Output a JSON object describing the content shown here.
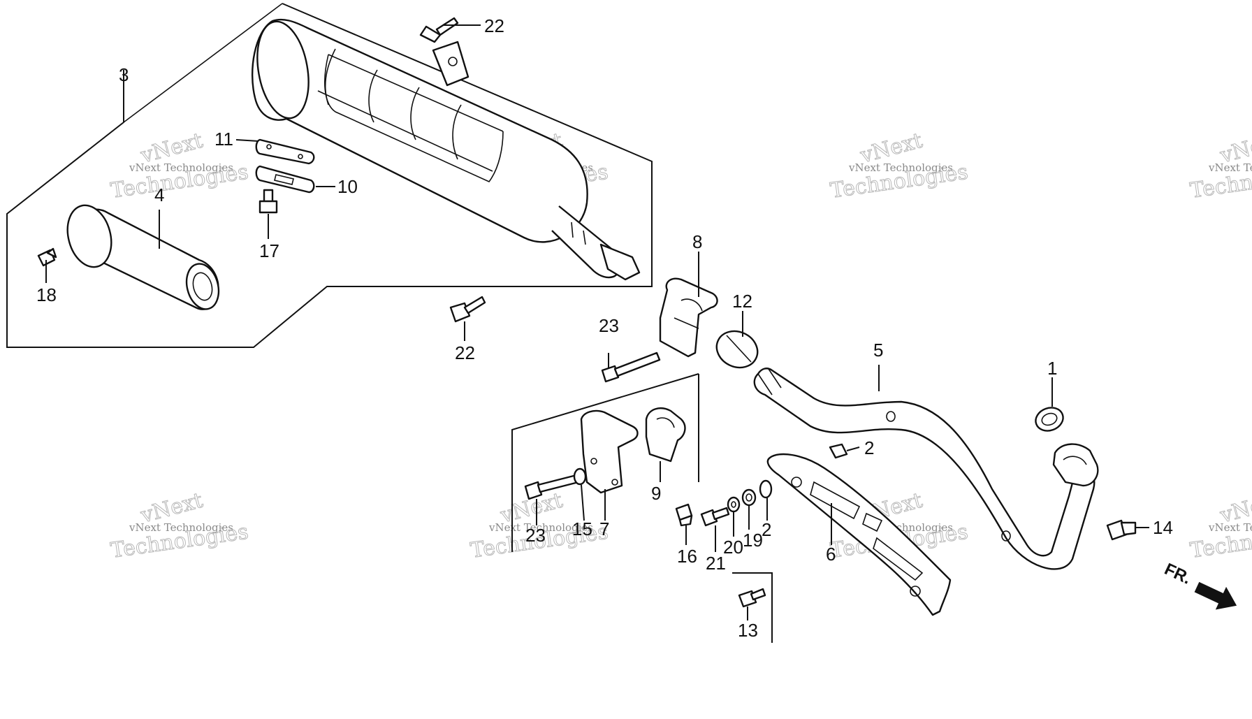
{
  "labels": {
    "p1": "1",
    "p2a": "2",
    "p2b": "2",
    "p3": "3",
    "p4": "4",
    "p5": "5",
    "p6": "6",
    "p7": "7",
    "p8": "8",
    "p9": "9",
    "p10": "10",
    "p11": "11",
    "p12": "12",
    "p13": "13",
    "p14": "14",
    "p15": "15",
    "p16": "16",
    "p17": "17",
    "p18": "18",
    "p19": "19",
    "p20": "20",
    "p21": "21",
    "p22a": "22",
    "p22b": "22",
    "p23a": "23",
    "p23b": "23"
  },
  "direction_marker": "FR.",
  "watermark": {
    "line1": "vNext Technologies",
    "line2": "Technologies",
    "overlay": "vNext"
  },
  "colors": {
    "ink": "#111111",
    "watermark": "#9a9a9a",
    "background": "#ffffff"
  }
}
